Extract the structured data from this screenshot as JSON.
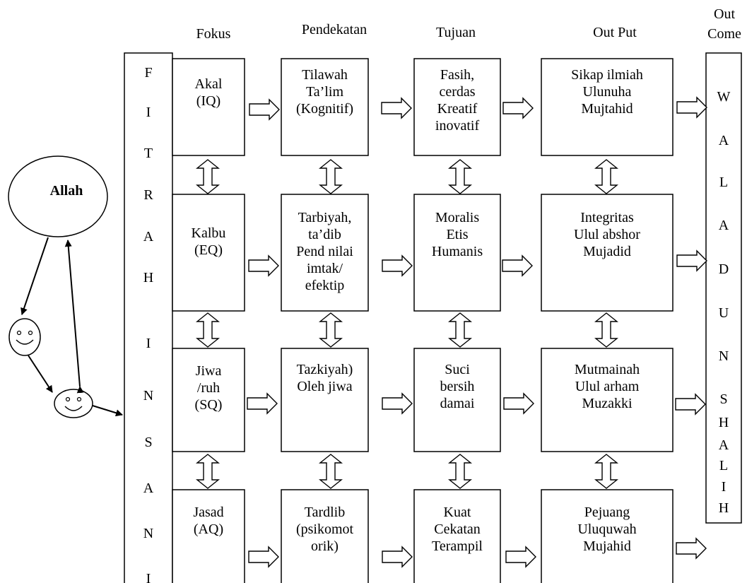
{
  "headers": {
    "fokus": "Fokus",
    "pendekatan": "Pendekatan",
    "tujuan": "Tujuan",
    "output": "Out Put",
    "outcome_1": "Out",
    "outcome_2": "Come"
  },
  "allah": "Allah",
  "fitrah_letters": [
    "F",
    "I",
    "T",
    "R",
    "A",
    "H",
    "I",
    "N",
    "S",
    "A",
    "N",
    "I"
  ],
  "walad_letters": [
    "W",
    "A",
    "L",
    "A",
    "D",
    "U",
    "N",
    "S",
    "H",
    "A",
    "L",
    "I",
    "H"
  ],
  "rows": [
    {
      "fokus": [
        "Akal",
        "(IQ)"
      ],
      "pendekatan": [
        "Tilawah",
        "Ta’lim",
        "(Kognitif)"
      ],
      "tujuan": [
        "Fasih,",
        "cerdas",
        "Kreatif",
        "inovatif"
      ],
      "output": [
        "Sikap ilmiah",
        "Ulunuha",
        "Mujtahid"
      ]
    },
    {
      "fokus": [
        "Kalbu",
        "(EQ)"
      ],
      "pendekatan": [
        "Tarbiyah,",
        "ta’dib",
        "Pend nilai",
        "imtak/",
        "efektip"
      ],
      "tujuan": [
        "Moralis",
        "Etis",
        "Humanis"
      ],
      "output": [
        "Integritas",
        "Ulul abshor",
        "Mujadid"
      ]
    },
    {
      "fokus": [
        "Jiwa",
        "/ruh",
        "(SQ)"
      ],
      "pendekatan": [
        "Tazkiyah)",
        "Oleh jiwa"
      ],
      "tujuan": [
        "Suci",
        "bersih",
        "damai"
      ],
      "output": [
        "Mutmainah",
        "Ulul arham",
        "Muzakki"
      ]
    },
    {
      "fokus": [
        "Jasad",
        "(AQ)"
      ],
      "pendekatan": [
        "Tardlib",
        "(psikomot",
        "orik)"
      ],
      "tujuan": [
        "Kuat",
        "Cekatan",
        "Terampil"
      ],
      "output": [
        "Pejuang",
        "Uluquwah",
        "Mujahid"
      ]
    }
  ]
}
